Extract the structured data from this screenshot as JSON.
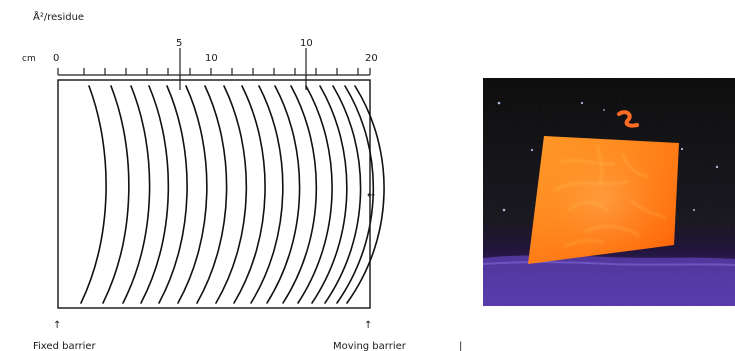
{
  "trough_diagram": {
    "y_unit_label": "Å²/residue",
    "x_unit_label": "cm",
    "top_scale_ticks": [
      "5",
      "10"
    ],
    "bottom_scale_ticks": [
      "0",
      "10",
      "20"
    ],
    "arrow_label": "←",
    "fixed_barrier_label": "Fixed barrier",
    "moving_barrier_label": "Moving barrier"
  },
  "photo": {
    "description_icon": "photo"
  },
  "page": {
    "vertical_bar": "|"
  }
}
